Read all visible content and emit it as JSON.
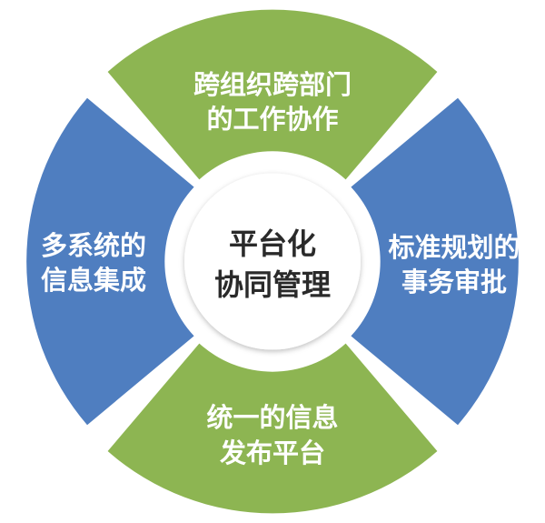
{
  "center": {
    "line1": "平台化",
    "line2": "协同管理"
  },
  "segments": {
    "top": {
      "line1": "跨组织跨部门",
      "line2": "的工作协作"
    },
    "right": {
      "line1": "标准规划的",
      "line2": "事务审批"
    },
    "bottom": {
      "line1": "统一的信息",
      "line2": "发布平台"
    },
    "left": {
      "line1": "多系统的",
      "line2": "信息集成"
    }
  },
  "colors": {
    "green": "#8db552",
    "blue": "#4f7ec0",
    "center_fill": "#ffffff",
    "center_text": "#2a2a2a",
    "segment_text": "#ffffff"
  }
}
